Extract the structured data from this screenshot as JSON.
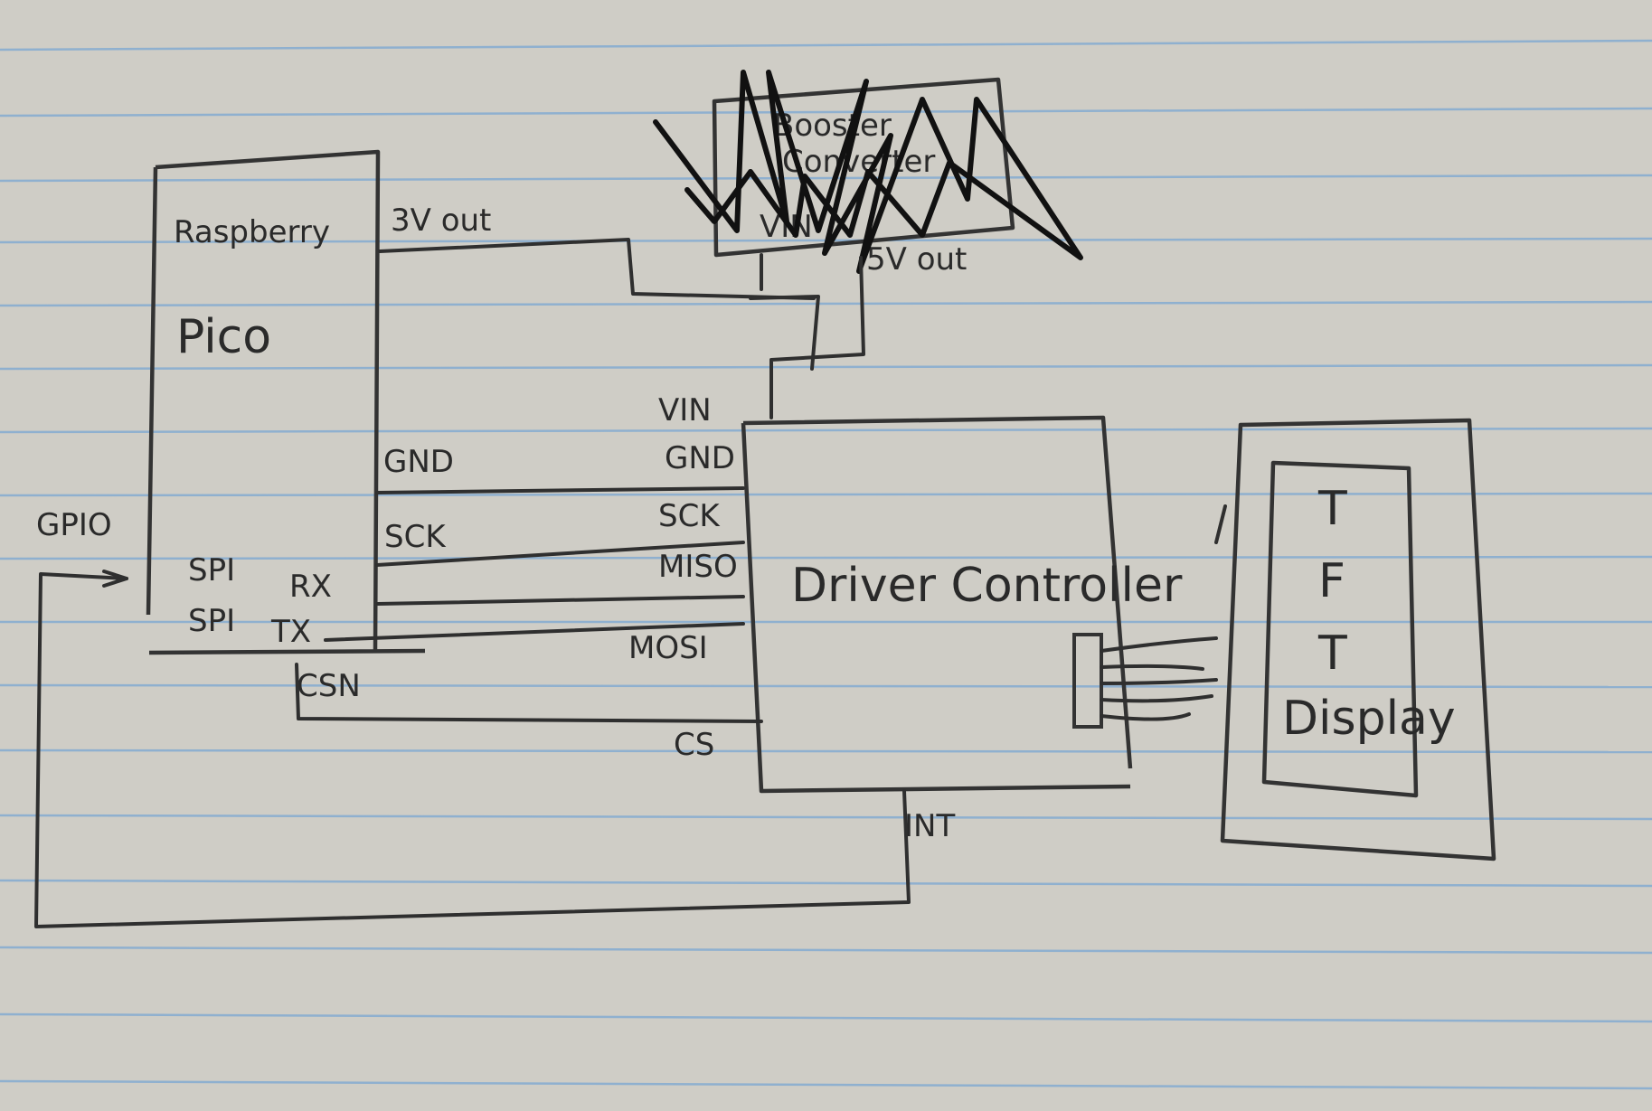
{
  "components": {
    "pico": {
      "line1": "Raspberry",
      "line2": "Pico"
    },
    "booster": {
      "line1": "Booster",
      "line2": "Converter",
      "vin": "VIN",
      "vout": "5V out"
    },
    "driver": {
      "label": "Driver Controller"
    },
    "tft": {
      "letters": [
        "T",
        "F",
        "T"
      ],
      "word": "Display"
    }
  },
  "pins": {
    "pico_3v": "3V out",
    "pico_gnd": "GND",
    "pico_sck": "SCK",
    "pico_spi_rx_a": "SPI",
    "pico_spi_rx_b": "RX",
    "pico_spi_tx_a": "SPI",
    "pico_spi_tx_b": "TX",
    "pico_csn": "CSN",
    "pico_gpio": "GPIO",
    "drv_vin": "VIN",
    "drv_gnd": "GND",
    "drv_sck": "SCK",
    "drv_miso": "MISO",
    "drv_mosi": "MOSI",
    "drv_cs": "CS",
    "drv_int": "INT"
  },
  "colors": {
    "paper": "#cfcdc6",
    "rule": "#8fb0cf",
    "ink": "#2f2f2f",
    "scribble": "#111111"
  }
}
